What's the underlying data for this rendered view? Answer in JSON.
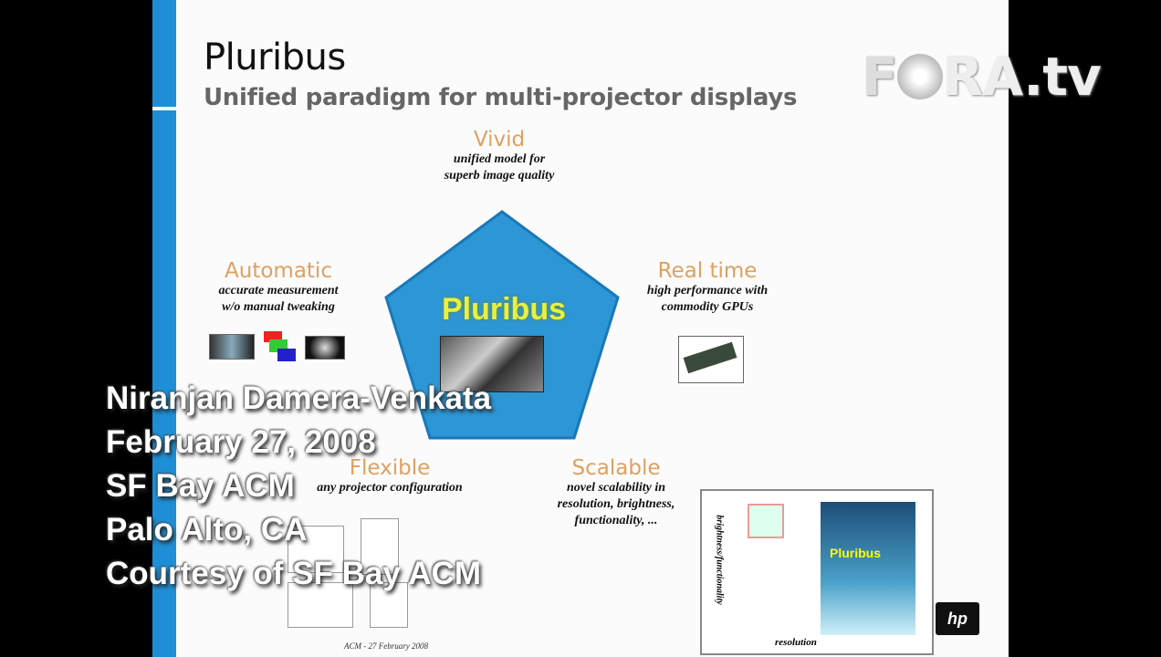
{
  "slide": {
    "title": "Pluribus",
    "subtitle": "Unified paradigm for multi-projector displays",
    "center_label": "Pluribus",
    "features": [
      {
        "heading": "Vivid",
        "desc1": "unified model for",
        "desc2": "superb image quality"
      },
      {
        "heading": "Automatic",
        "desc1": "accurate measurement",
        "desc2": "w/o manual tweaking"
      },
      {
        "heading": "Real time",
        "desc1": "high performance with",
        "desc2": "commodity GPUs"
      },
      {
        "heading": "Flexible",
        "desc1": "any projector configuration",
        "desc2": ""
      },
      {
        "heading": "Scalable",
        "desc1": "novel scalability in",
        "desc2": "resolution, brightness,",
        "desc3": "functionality, ..."
      }
    ],
    "graph": {
      "x_label": "resolution",
      "y_label": "brightness/functionality",
      "inner_label": "Pluribus"
    },
    "footer": "ACM - 27 February 2008",
    "hp_logo": "hp"
  },
  "watermark": {
    "logo": "FORA.tv",
    "logo_left": "F",
    "logo_right": "RA.tv"
  },
  "overlay": {
    "line1": "Niranjan Damera-Venkata",
    "line2": "February 27, 2008",
    "line3": "SF Bay ACM",
    "line4": "Palo Alto, CA",
    "line5": "Courtesy of SF Bay ACM"
  },
  "colors": {
    "accent_blue": "#1e8fd6",
    "heading_orange": "#e0a060",
    "center_yellow": "#e8f040"
  }
}
